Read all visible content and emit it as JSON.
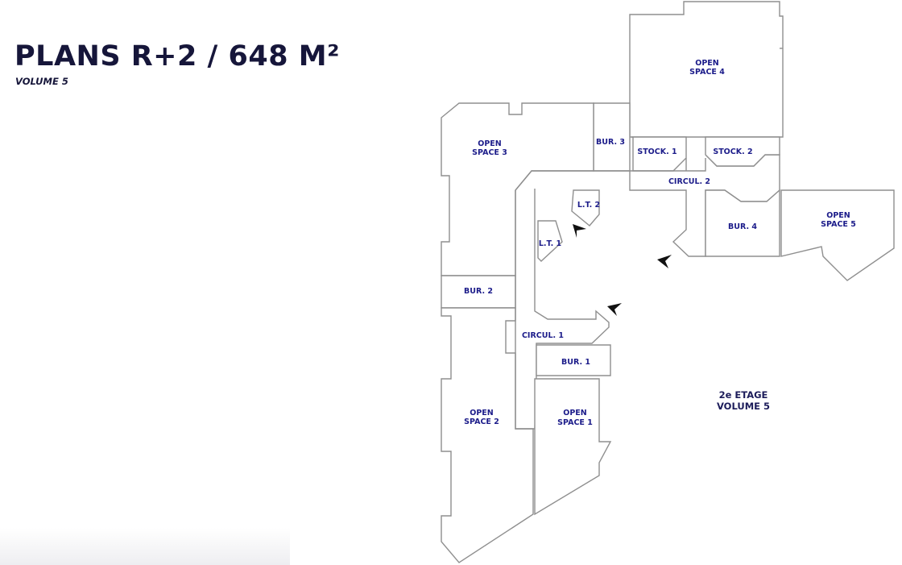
{
  "header": {
    "title": "PLANS R+2 / 648 M²",
    "subtitle": "VOLUME 5"
  },
  "plan": {
    "floor_label": {
      "line1": "2e ETAGE",
      "line2": "VOLUME 5"
    },
    "rooms": {
      "open_space_1": {
        "line1": "OPEN",
        "line2": "SPACE 1"
      },
      "open_space_2": {
        "line1": "OPEN",
        "line2": "SPACE 2"
      },
      "open_space_3": {
        "line1": "OPEN",
        "line2": "SPACE 3"
      },
      "open_space_4": {
        "line1": "OPEN",
        "line2": "SPACE 4"
      },
      "open_space_5": {
        "line1": "OPEN",
        "line2": "SPACE 5"
      },
      "bur_1": "BUR. 1",
      "bur_2": "BUR. 2",
      "bur_3": "BUR. 3",
      "bur_4": "BUR. 4",
      "stock_1": "STOCK. 1",
      "stock_2": "STOCK. 2",
      "circul_1": "CIRCUL. 1",
      "circul_2": "CIRCUL. 2",
      "lt_1": "L.T. 1",
      "lt_2": "L.T. 2"
    }
  }
}
